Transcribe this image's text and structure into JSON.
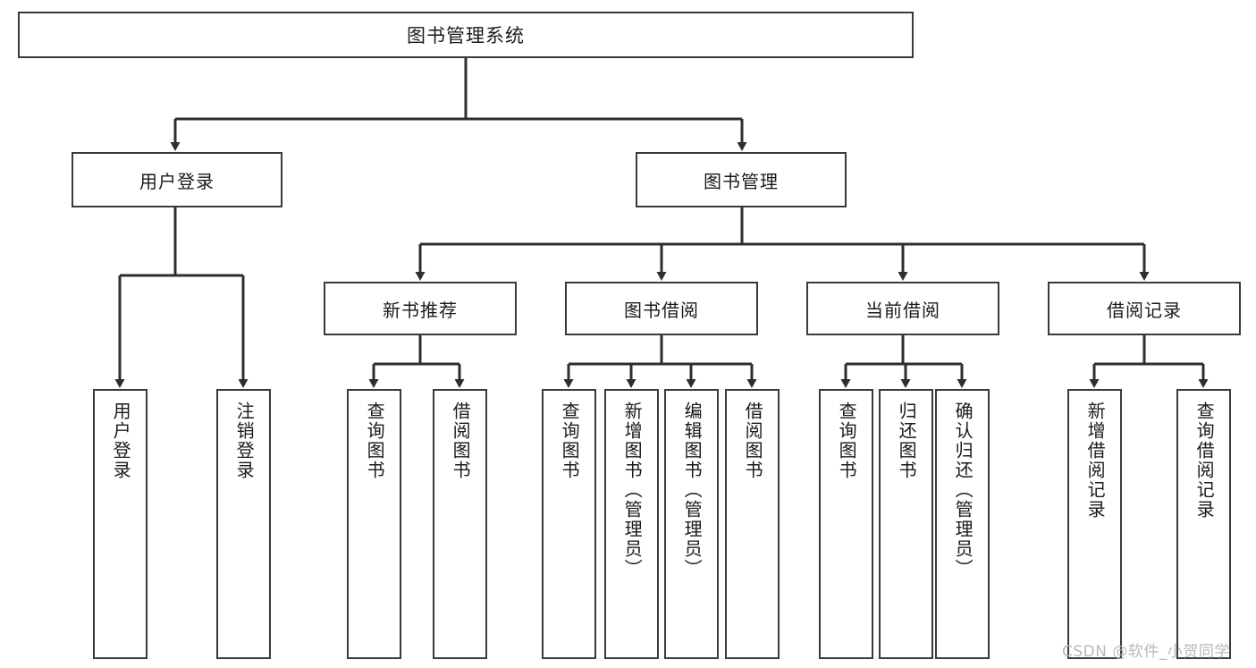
{
  "diagram": {
    "kind": "functional-structure-tree",
    "root": {
      "label": "图书管理系统"
    },
    "level2": [
      {
        "label": "用户登录"
      },
      {
        "label": "图书管理"
      }
    ],
    "level3": [
      {
        "label": "新书推荐"
      },
      {
        "label": "图书借阅"
      },
      {
        "label": "当前借阅"
      },
      {
        "label": "借阅记录"
      }
    ],
    "leaves": {
      "user_login": [
        {
          "label": "用户登录"
        },
        {
          "label": "注销登录"
        }
      ],
      "new_book_recommend": [
        {
          "label": "查询图书"
        },
        {
          "label": "借阅图书"
        }
      ],
      "book_borrow": [
        {
          "label": "查询图书"
        },
        {
          "label": "新增图书（管理员）"
        },
        {
          "label": "编辑图书（管理员）"
        },
        {
          "label": "借阅图书"
        }
      ],
      "current_borrow": [
        {
          "label": "查询图书"
        },
        {
          "label": "归还图书"
        },
        {
          "label": "确认归还（管理员）"
        }
      ],
      "borrow_record": [
        {
          "label": "新增借阅记录"
        },
        {
          "label": "查询借阅记录"
        }
      ]
    }
  },
  "watermark": {
    "text": "CSDN @软件_小贺同学"
  },
  "colors": {
    "border": "#3a3a3a",
    "background": "#ffffff",
    "text": "#1a1a1a",
    "watermark": "#b9b9b9"
  }
}
